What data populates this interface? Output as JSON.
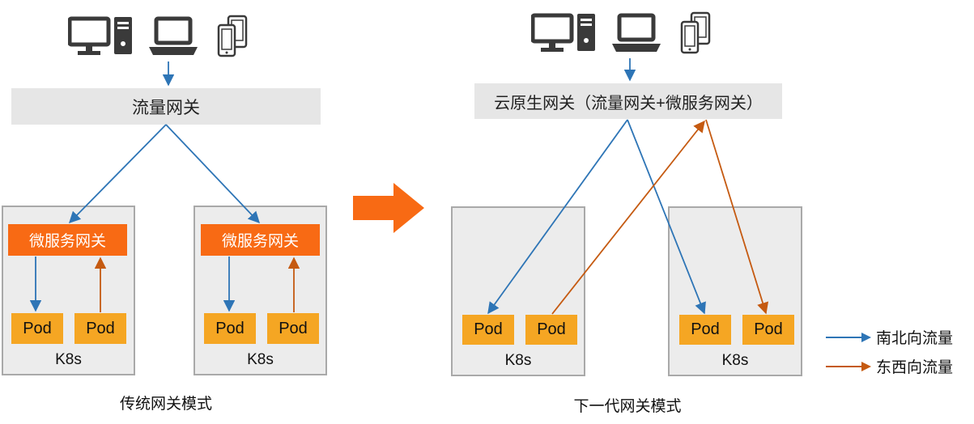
{
  "left": {
    "gateway_label": "流量网关",
    "clusters": [
      {
        "ms_label": "微服务网关",
        "pods": [
          "Pod",
          "Pod"
        ],
        "k8s_label": "K8s"
      },
      {
        "ms_label": "微服务网关",
        "pods": [
          "Pod",
          "Pod"
        ],
        "k8s_label": "K8s"
      }
    ],
    "caption": "传统网关模式"
  },
  "right": {
    "gateway_label": "云原生网关（流量网关+微服务网关）",
    "clusters": [
      {
        "pods": [
          "Pod",
          "Pod"
        ],
        "k8s_label": "K8s"
      },
      {
        "pods": [
          "Pod",
          "Pod"
        ],
        "k8s_label": "K8s"
      }
    ],
    "caption": "下一代网关模式"
  },
  "legend": {
    "north_south": "南北向流量",
    "east_west": "东西向流量"
  },
  "colors": {
    "north_south": "#2e75b6",
    "east_west": "#c55a11",
    "transition_arrow": "#f86a14",
    "microservice_gateway": "#f86a14",
    "pod": "#f5a623"
  },
  "icons": [
    "desktop-monitor-icon",
    "desktop-tower-icon",
    "laptop-icon",
    "mobile-devices-icon"
  ]
}
